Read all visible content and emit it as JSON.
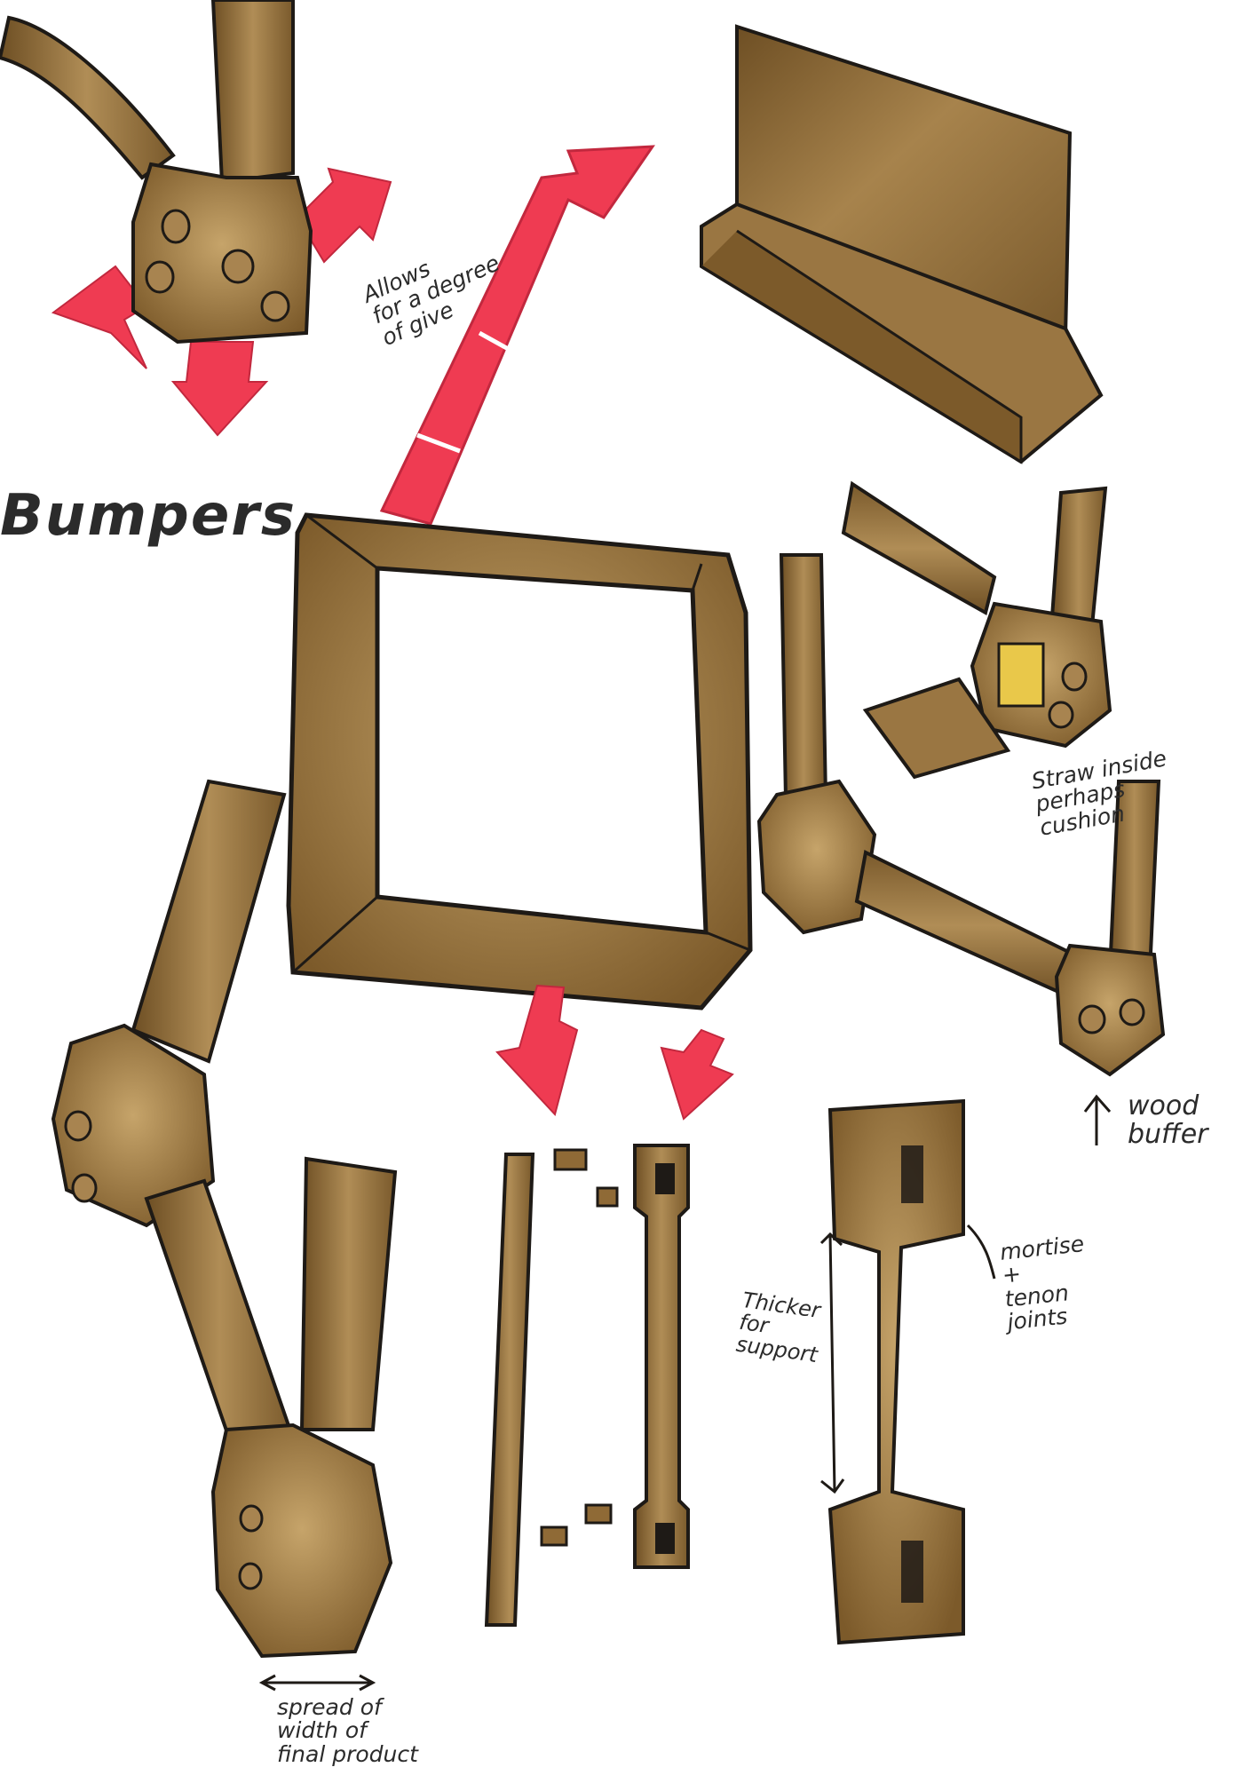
{
  "title": "Bumpers",
  "notes": {
    "give": [
      "Allows",
      "for a degree",
      "of give"
    ],
    "straw": [
      "Straw inside",
      "perhaps",
      "cushion"
    ],
    "wood_buffer": [
      "wood",
      "buffer"
    ],
    "thicker": [
      "Thicker",
      "for",
      "support"
    ],
    "mortise": [
      "mortise",
      "+",
      "tenon",
      "joints"
    ],
    "spread": [
      "spread of",
      "width of",
      "final product"
    ]
  },
  "colors": {
    "wood": "#8f6a36",
    "wood_light": "#b08d56",
    "wood_dark": "#6e4f24",
    "outline": "#1e1a16",
    "arrow_red": "#ef3b52",
    "straw_yellow": "#e9c84a"
  },
  "icons": {
    "force_arrow": "red-arrow-icon",
    "joint_bolt": "bolt-icon"
  }
}
